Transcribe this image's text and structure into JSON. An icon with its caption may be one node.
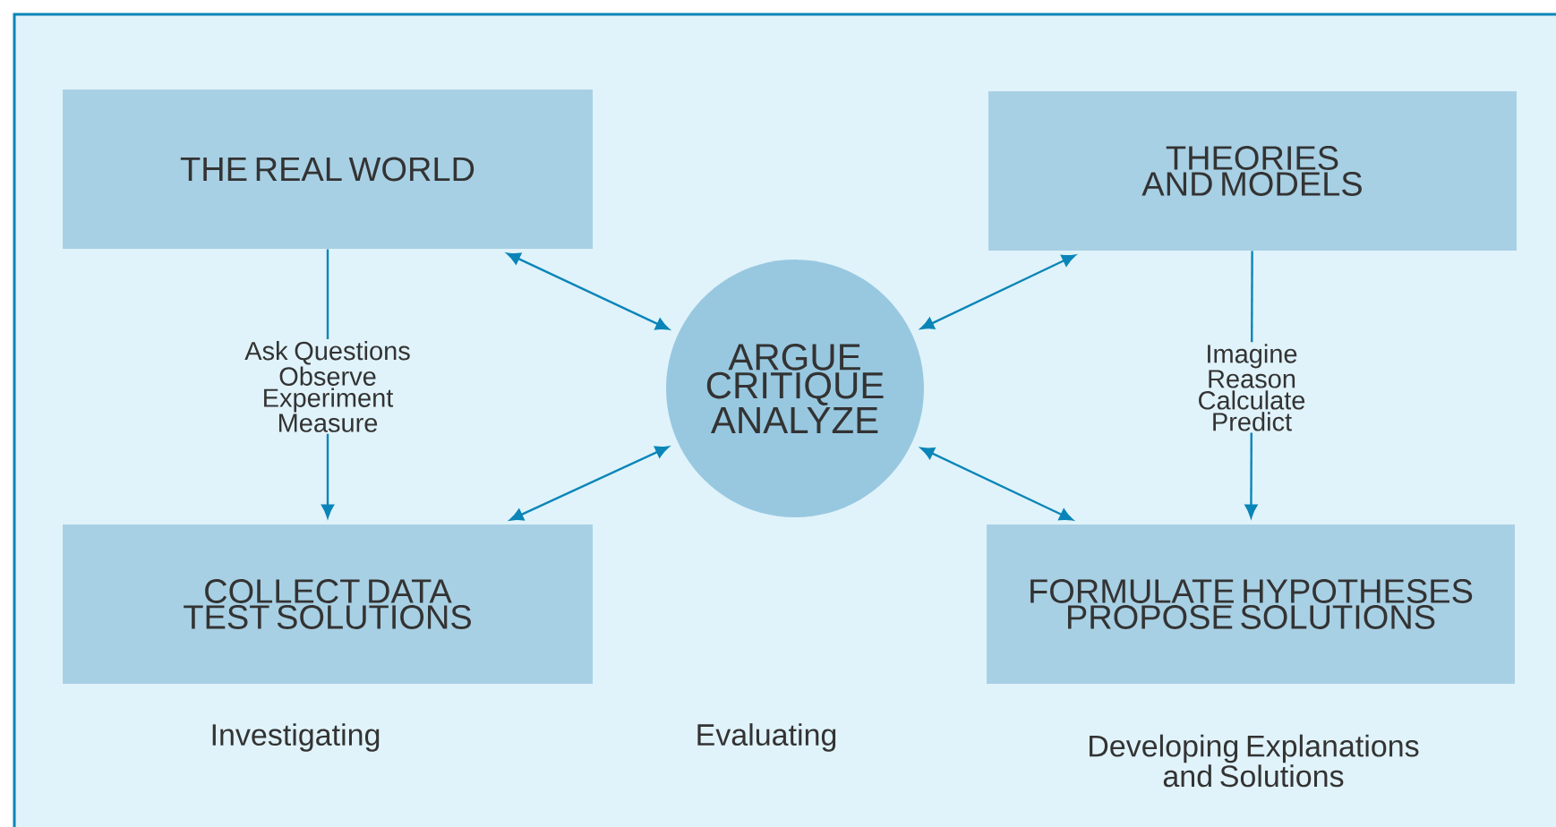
{
  "diagram": {
    "nodes": [
      {
        "text": [
          "THE REAL WORLD"
        ]
      },
      {
        "text": [
          "THEORIES AND MODELS"
        ]
      },
      {
        "text": [
          "ARGUE CRITIQUE ANALYZE"
        ]
      },
      {
        "text": [
          "COLLECT DATA TEST SOLUTIONS"
        ]
      },
      {
        "text": [
          "FORMULATE HYPOTHESES PROPOSE SOLUTIONS"
        ]
      }
    ],
    "edges": [
      {
        "from": 0,
        "to": 2,
        "arrow": "both"
      },
      {
        "from": 1,
        "to": 2,
        "arrow": "both"
      },
      {
        "from": 3,
        "to": 2,
        "arrow": "both"
      },
      {
        "from": 4,
        "to": 2,
        "arrow": "both"
      },
      {
        "from": 0,
        "to": 3,
        "arrow": "to",
        "label": "Ask Questions Observe Experiment Measure"
      },
      {
        "from": 1,
        "to": 4,
        "arrow": "to",
        "label": "Imagine Reason Calculate Predict"
      }
    ],
    "labels": [
      "Investigating",
      "Evaluating",
      "Developing Explanations and Solutions"
    ]
  }
}
